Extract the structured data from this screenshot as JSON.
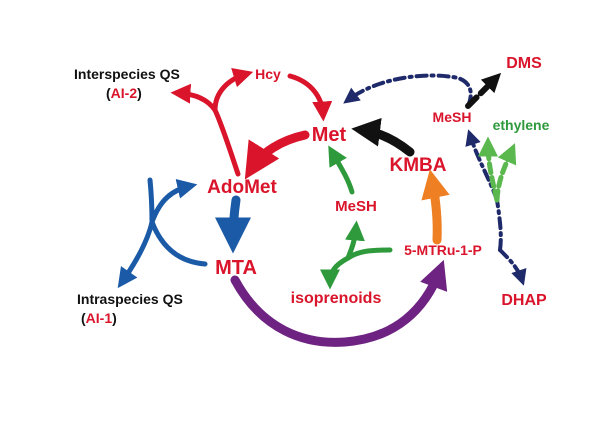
{
  "colors": {
    "red": "#d9142b",
    "blue": "#1b5aa6",
    "navy": "#1f2a6b",
    "green": "#2e9a3c",
    "green_light": "#5ab84e",
    "orange": "#ee7f22",
    "purple": "#6e2281",
    "black": "#111111"
  },
  "nodes": {
    "hcy": "Hcy",
    "met": "Met",
    "adomet": "AdoMet",
    "mta": "MTA",
    "kmba": "KMBA",
    "mesh_center": "MeSH",
    "mesh_right": "MeSH",
    "mtru": "5-MTRu-1-P",
    "isoprenoids": "isoprenoids",
    "dms": "DMS",
    "ethylene": "ethylene",
    "dhap": "DHAP"
  },
  "qs": {
    "inter_label": "Interspecies QS",
    "inter_open": "(",
    "inter_code": "AI-2",
    "inter_close": ")",
    "intra_label": "Intraspecies QS",
    "intra_open": "(",
    "intra_code": "AI-1",
    "intra_close": ")"
  }
}
